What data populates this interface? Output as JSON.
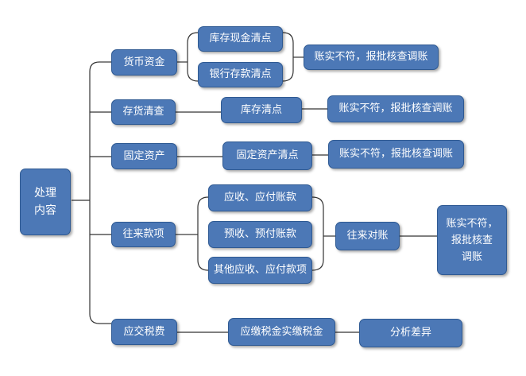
{
  "root": "处理\n内容",
  "branches": {
    "cash": {
      "label": "货币资金",
      "items": [
        "库存现金清点",
        "银行存款清点"
      ],
      "result": "账实不符，报批核查调账"
    },
    "inventory": {
      "label": "存货清查",
      "item": "库存清点",
      "result": "账实不符，报批核查调账"
    },
    "fixed": {
      "label": "固定资产",
      "item": "固定资产清点",
      "result": "账实不符，报批核查调账"
    },
    "accounts": {
      "label": "往来款项",
      "items": [
        "应收、应付账款",
        "预收、预付账款",
        "其他应收、应付款项"
      ],
      "reconcile": "往来对账",
      "result": "账实不符，\n报批核查\n调账"
    },
    "tax": {
      "label": "应交税费",
      "item": "应缴税金实缴税金",
      "result": "分析差异"
    }
  }
}
